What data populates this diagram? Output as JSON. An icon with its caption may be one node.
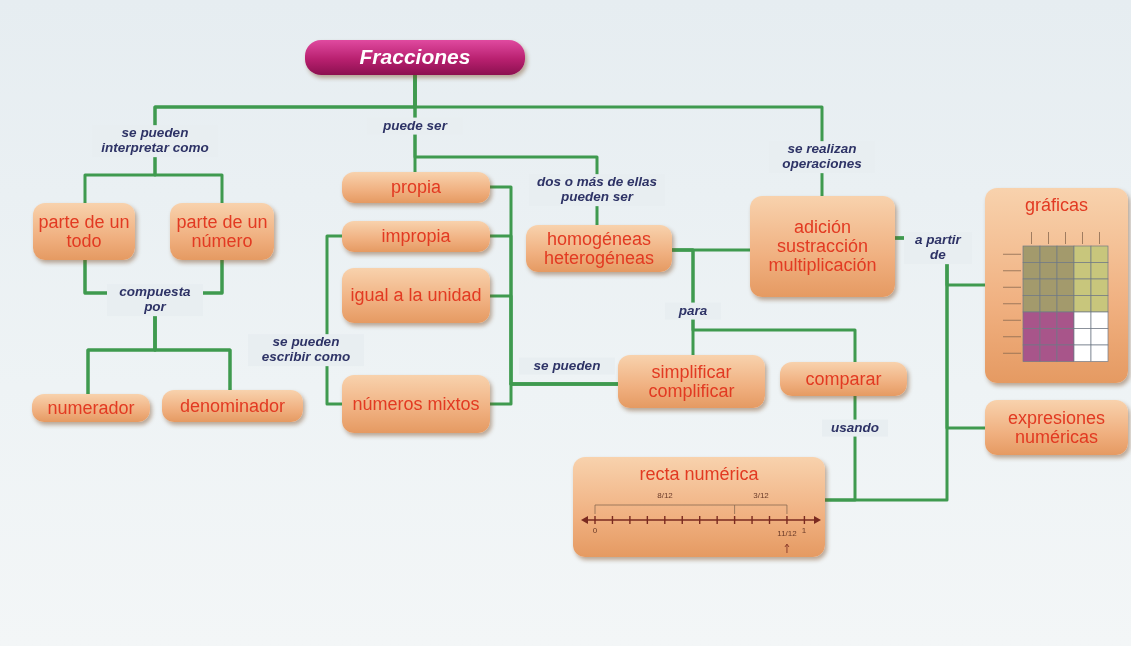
{
  "diagram": {
    "nodes": [
      {
        "text": [
          "Fracciones"
        ]
      },
      {
        "text": [
          "parte de un todo"
        ]
      },
      {
        "text": [
          "parte de un número"
        ]
      },
      {
        "text": [
          "propia"
        ]
      },
      {
        "text": [
          "impropia"
        ]
      },
      {
        "text": [
          "igual a la unidad"
        ]
      },
      {
        "text": [
          "homogéneas heterogéneas"
        ]
      },
      {
        "text": [
          "adición sustracción multiplicación"
        ]
      },
      {
        "text": [
          "gráficas"
        ]
      },
      {
        "text": [
          "simplificar complificar"
        ]
      },
      {
        "text": [
          "comparar"
        ]
      },
      {
        "text": [
          "numerador"
        ]
      },
      {
        "text": [
          "denominador"
        ]
      },
      {
        "text": [
          "números mixtos"
        ]
      },
      {
        "text": [
          "expresiones numéricas"
        ]
      },
      {
        "text": [
          "recta numérica"
        ]
      }
    ],
    "edges": [
      {
        "from": 0,
        "to": 1,
        "arrow": "none",
        "label": "se pueden interpretar como"
      },
      {
        "from": 0,
        "to": 2,
        "arrow": "none"
      },
      {
        "from": 0,
        "to": 3,
        "arrow": "none",
        "label": "puede ser"
      },
      {
        "from": 0,
        "to": 6,
        "arrow": "none",
        "label": "dos o más de ellas pueden ser"
      },
      {
        "from": 0,
        "to": 7,
        "arrow": "none",
        "label": "se realizan operaciones"
      },
      {
        "from": 1,
        "to": 11,
        "arrow": "none",
        "label": "compuesta por"
      },
      {
        "from": 1,
        "to": 12,
        "arrow": "none"
      },
      {
        "from": 2,
        "to": 11,
        "arrow": "none"
      },
      {
        "from": 2,
        "to": 12,
        "arrow": "none"
      },
      {
        "from": 3,
        "to": 9,
        "arrow": "none",
        "label": "se pueden"
      },
      {
        "from": 4,
        "to": 9,
        "arrow": "none"
      },
      {
        "from": 5,
        "to": 9,
        "arrow": "none"
      },
      {
        "from": 13,
        "to": 9,
        "arrow": "none"
      },
      {
        "from": 4,
        "to": 13,
        "arrow": "none",
        "label": "se pueden escribir como"
      },
      {
        "from": 6,
        "to": 7,
        "arrow": "none"
      },
      {
        "from": 6,
        "to": 9,
        "arrow": "none",
        "label": "para"
      },
      {
        "from": 6,
        "to": 10,
        "arrow": "none"
      },
      {
        "from": 7,
        "to": 8,
        "arrow": "none",
        "label": "a partir de"
      },
      {
        "from": 7,
        "to": 14,
        "arrow": "none"
      },
      {
        "from": 7,
        "to": 15,
        "arrow": "none"
      },
      {
        "from": 10,
        "to": 15,
        "arrow": "none",
        "label": "usando"
      }
    ],
    "labels": [
      "8/12",
      "3/12",
      "0",
      "11/12",
      "1"
    ]
  }
}
